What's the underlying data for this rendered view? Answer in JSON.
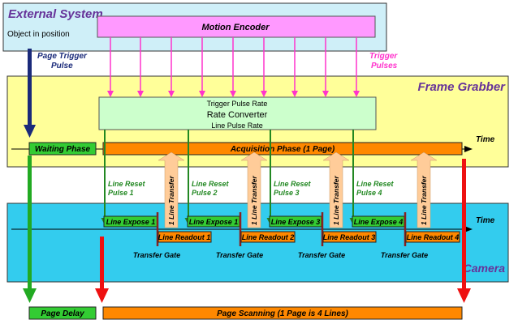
{
  "colors": {
    "external_bg": "#cfeff8",
    "frame_bg": "#ffff99",
    "camera_bg": "#33ccee",
    "encoder_bg": "#ff99ff",
    "converter_bg": "#ccffcc",
    "green_box": "#33cc33",
    "orange_box": "#ff8800",
    "pink": "#ff33cc",
    "navy": "#1a2a7a",
    "green": "#228822",
    "red": "#ee1111",
    "peach": "#ffcc99",
    "title_purple": "#663399"
  },
  "external_system": {
    "title": "External System",
    "object_label": "Object in position",
    "page_trigger_label_1": "Page Trigger",
    "page_trigger_label_2": "Pulse",
    "trigger_pulses_label_1": "Trigger",
    "trigger_pulses_label_2": "Pulses"
  },
  "motion_encoder": {
    "label": "Motion Encoder"
  },
  "frame_grabber": {
    "title": "Frame Grabber",
    "trigger_pulse_rate": "Trigger Pulse Rate",
    "rate_converter": "Rate Converter",
    "line_pulse_rate": "Line Pulse Rate",
    "time_label": "Time",
    "waiting_phase": "Waiting Phase",
    "acquisition_phase": "Acquisition Phase (1 Page)"
  },
  "line_reset": [
    {
      "line1": "Line Reset",
      "line2": "Pulse 1"
    },
    {
      "line1": "Line Reset",
      "line2": "Pulse 2"
    },
    {
      "line1": "Line Reset",
      "line2": "Pulse 3"
    },
    {
      "line1": "Line Reset",
      "line2": "Pulse 4"
    }
  ],
  "line_transfer": [
    "1 Line Transfer",
    "1 Line Transfer",
    "1 Line Transfer",
    "1 Line Transfer"
  ],
  "camera": {
    "title": "Camera",
    "time_label": "Time",
    "line_expose": [
      "Line Expose 1",
      "Line Expose 1",
      "Line Expose 3",
      "Line Expose 4"
    ],
    "line_readout": [
      "Line Readout 1",
      "Line Readout 2",
      "Line Readout 3",
      "Line Readout 4"
    ],
    "transfer_gate": [
      "Transfer Gate",
      "Transfer Gate",
      "Transfer Gate",
      "Transfer Gate"
    ]
  },
  "bottom": {
    "page_delay": "Page Delay",
    "page_scanning": "Page Scanning (1 Page is 4 Lines)"
  }
}
